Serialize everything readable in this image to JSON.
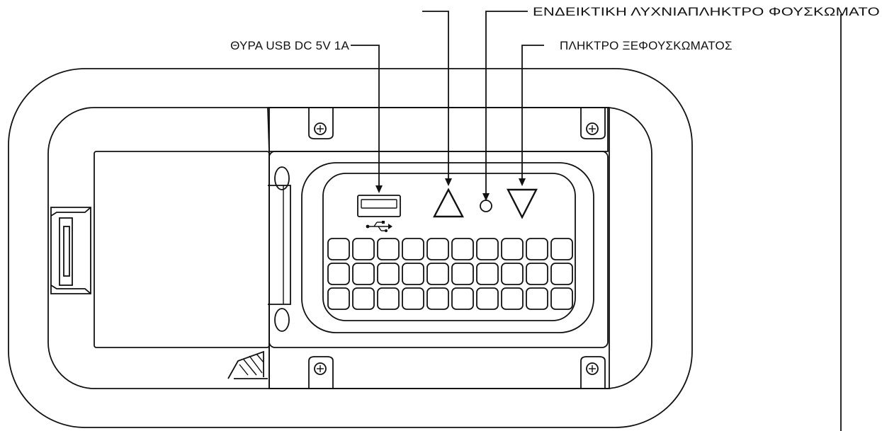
{
  "callouts": {
    "usb_port": "ΘΥΡΑ USB DC 5V 1A",
    "indicator_inflate": "ΕΝΔΕΙΚΤΙΚΗ ΛΥΧΝΙΑΠΛΗΚΤΡΟ ΦΟΥΣΚΩΜΑΤΟ",
    "deflate_button": "ΠΛΗΚΤΡΟ ΞΕΦΟΥΣΚΩΜΑΤΟΣ"
  },
  "icons": {
    "usb_symbol": "usb-icon",
    "inflate_button": "triangle-up-icon",
    "indicator_light": "led-circle-icon",
    "deflate_button": "triangle-down-icon",
    "screw": "screw-icon"
  },
  "colors": {
    "line": "#111111",
    "background": "#ffffff"
  }
}
